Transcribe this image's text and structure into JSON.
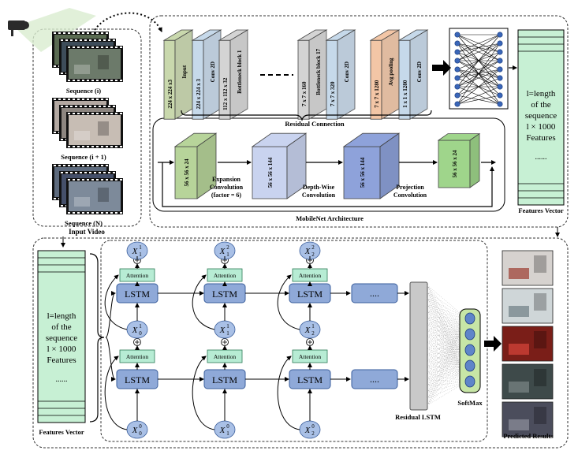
{
  "input_video": {
    "label": "Input Video",
    "sequences": [
      "Sequence (i)",
      "Sequence (i + 1)",
      "Sequence (N)"
    ]
  },
  "mobilenet": {
    "label": "MobileNet Architecture",
    "layers": [
      {
        "size": "224 x 224 x3",
        "name": "Input",
        "color": "#c9d8ad"
      },
      {
        "size": "224 x 224 x 3",
        "name": "Conv 2D",
        "color": "#c6d9ea"
      },
      {
        "size": "112 x 112 x 32",
        "name": "Bottleneck block 1",
        "color": "#d4d4d4"
      },
      {
        "size": "7 x 7 x 160",
        "name": "Bottleneck block 17",
        "color": "#d4d4d4"
      },
      {
        "size": "7 x 7 x 320",
        "name": "Conv 2D",
        "color": "#c6d9ea"
      },
      {
        "size": "7 x 7 x 1280",
        "name": "Avg pooling",
        "color": "#f3c6a6"
      },
      {
        "size": "1 x 1 x 1280",
        "name": "Conv 2D",
        "color": "#c6d9ea"
      }
    ],
    "residual_label": "Residual Connection",
    "blocks": [
      {
        "size": "56 x 56 x 24",
        "label1": "Expansion",
        "label2": "Convolution",
        "label3": "(factor = 6)",
        "color": "#b7d49a"
      },
      {
        "size": "56 x 56 x 144",
        "label1": "Depth-Wise",
        "label2": "Convolution",
        "label3": "",
        "color": "#c9d3ef"
      },
      {
        "size": "56 x 56 x 144",
        "label1": "Projection",
        "label2": "Convolution",
        "label3": "",
        "color": "#8ea2da"
      },
      {
        "size": "56 x 56 x 24",
        "label1": "",
        "label2": "",
        "label3": "",
        "color": "#9fd58b"
      }
    ]
  },
  "features_vector": {
    "label": "Features Vector",
    "line1": "l=length",
    "line2": "of the",
    "line3": "sequence",
    "line4": "l × 1000",
    "line5": "Features",
    "dots": "......"
  },
  "lstm": {
    "cell_label": "LSTM",
    "attention_label": "Attention",
    "ellipsis": "....",
    "residual_label": "Residual LSTM",
    "softmax_label": "SoftMax",
    "inputs": [
      [
        "X",
        "0",
        "0"
      ],
      [
        "X",
        "1",
        "0"
      ],
      [
        "X",
        "2",
        "0"
      ]
    ],
    "mid_outputs": [
      [
        "X",
        "0",
        "1"
      ],
      [
        "X",
        "1",
        "1"
      ],
      [
        "X",
        "2",
        "1"
      ]
    ],
    "top_outputs": [
      [
        "X",
        "1",
        "1"
      ],
      [
        "X",
        "1",
        "2"
      ],
      [
        "X",
        "2",
        "2"
      ]
    ]
  },
  "results": {
    "label": "Predicted Results"
  },
  "colors": {
    "lstm": "#8fa9d8",
    "attention": "#b7ecd4",
    "node": "#a9c0e6",
    "softmax_node": "#5f85c9",
    "softmax_box": "#c7e6a6",
    "residual_bar": "#c9c9c9"
  }
}
